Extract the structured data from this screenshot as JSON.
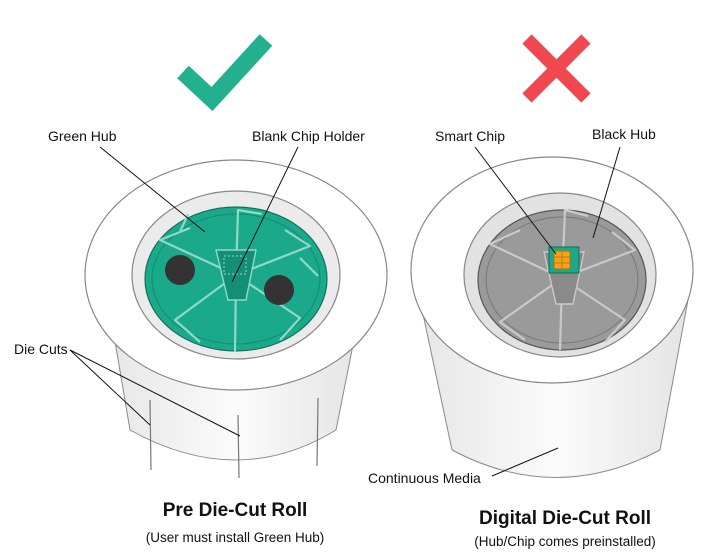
{
  "left": {
    "title": "Pre Die-Cut Roll",
    "subtitle": "(User must install Green Hub)",
    "mark_icon": "checkmark-icon",
    "labels": {
      "green_hub": "Green Hub",
      "blank_chip_holder": "Blank Chip Holder",
      "die_cuts": "Die Cuts"
    },
    "colors": {
      "hub": "#1aa98a",
      "mark": "#23b08f"
    }
  },
  "right": {
    "title": "Digital Die-Cut Roll",
    "subtitle": "(Hub/Chip comes preinstalled)",
    "mark_icon": "x-mark-icon",
    "labels": {
      "smart_chip": "Smart Chip",
      "black_hub": "Black Hub",
      "continuous_media": "Continuous Media"
    },
    "colors": {
      "hub": "#9a9a9a",
      "mark": "#f0484e",
      "chip": "#f3a21b"
    }
  }
}
